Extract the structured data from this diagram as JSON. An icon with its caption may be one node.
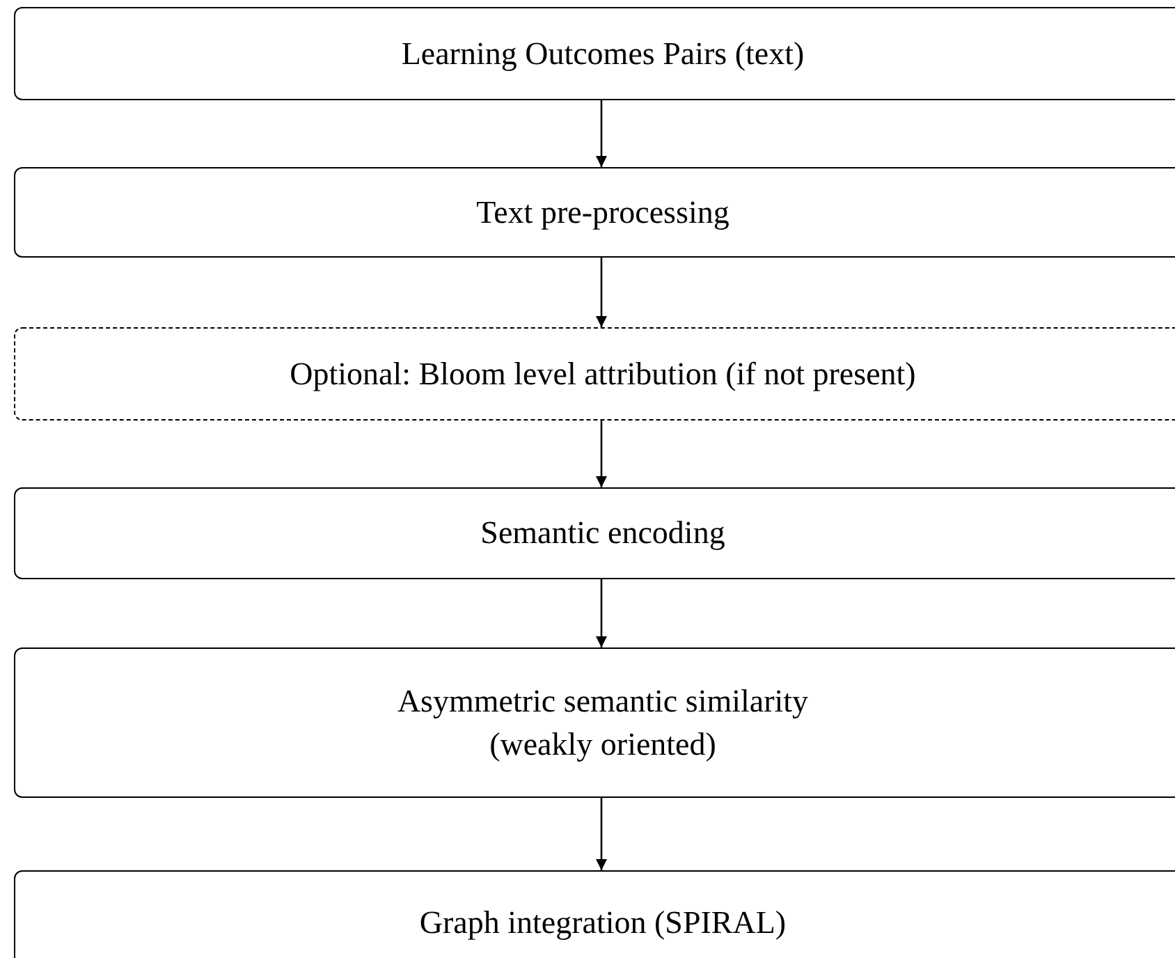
{
  "diagram": {
    "nodes": [
      {
        "text": [
          "Learning Outcomes Pairs (text)"
        ]
      },
      {
        "text": [
          "Text pre-processing"
        ]
      },
      {
        "text": [
          "Optional: Bloom level attribution (if not present)"
        ]
      },
      {
        "text": [
          "Semantic encoding"
        ]
      },
      {
        "text": [
          "Asymmetric semantic similarity (weakly oriented)"
        ]
      },
      {
        "text": [
          "Graph integration (SPIRAL)"
        ]
      }
    ],
    "edges": [
      {
        "from": 0,
        "to": 1,
        "arrow": "to"
      },
      {
        "from": 1,
        "to": 2,
        "arrow": "to"
      },
      {
        "from": 2,
        "to": 3,
        "arrow": "to"
      },
      {
        "from": 3,
        "to": 4,
        "arrow": "to"
      },
      {
        "from": 4,
        "to": 5,
        "arrow": "to"
      }
    ]
  }
}
